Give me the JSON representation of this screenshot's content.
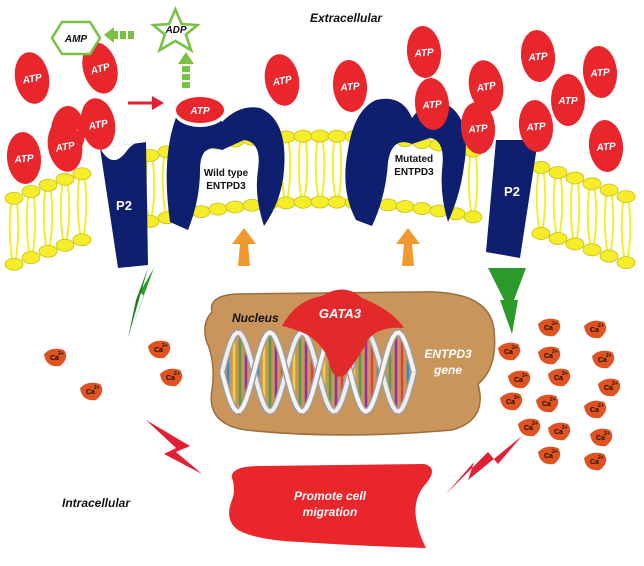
{
  "labels": {
    "extracellular": "Extracellular",
    "intracellular": "Intracellular",
    "nucleus": "Nucleus",
    "gata3": "GATA3",
    "entpd3_gene_line1": "ENTPD3",
    "entpd3_gene_line2": "gene",
    "wild_type_line1": "Wild type",
    "wild_type_line2": "ENTPD3",
    "mutated_line1": "Mutated",
    "mutated_line2": "ENTPD3",
    "p2": "P2",
    "amp": "AMP",
    "adp": "ADP",
    "atp": "ATP",
    "ca": "Ca",
    "ca_sup": "2+",
    "promote_line1": "Promote cell",
    "promote_line2": "migration"
  },
  "colors": {
    "atp": "#e8262b",
    "membrane": "#f5ec2a",
    "membrane_stroke": "#c9bf10",
    "protein": "#0d1f6e",
    "nucleus": "#c9955a",
    "gata3": "#e32a2a",
    "ca_ion": "#e0521f",
    "green_arrow": "#2a9a2a",
    "orange_arrow": "#f2992e",
    "red_arrow": "#e32033",
    "amp_adp": "#7ac143"
  }
}
